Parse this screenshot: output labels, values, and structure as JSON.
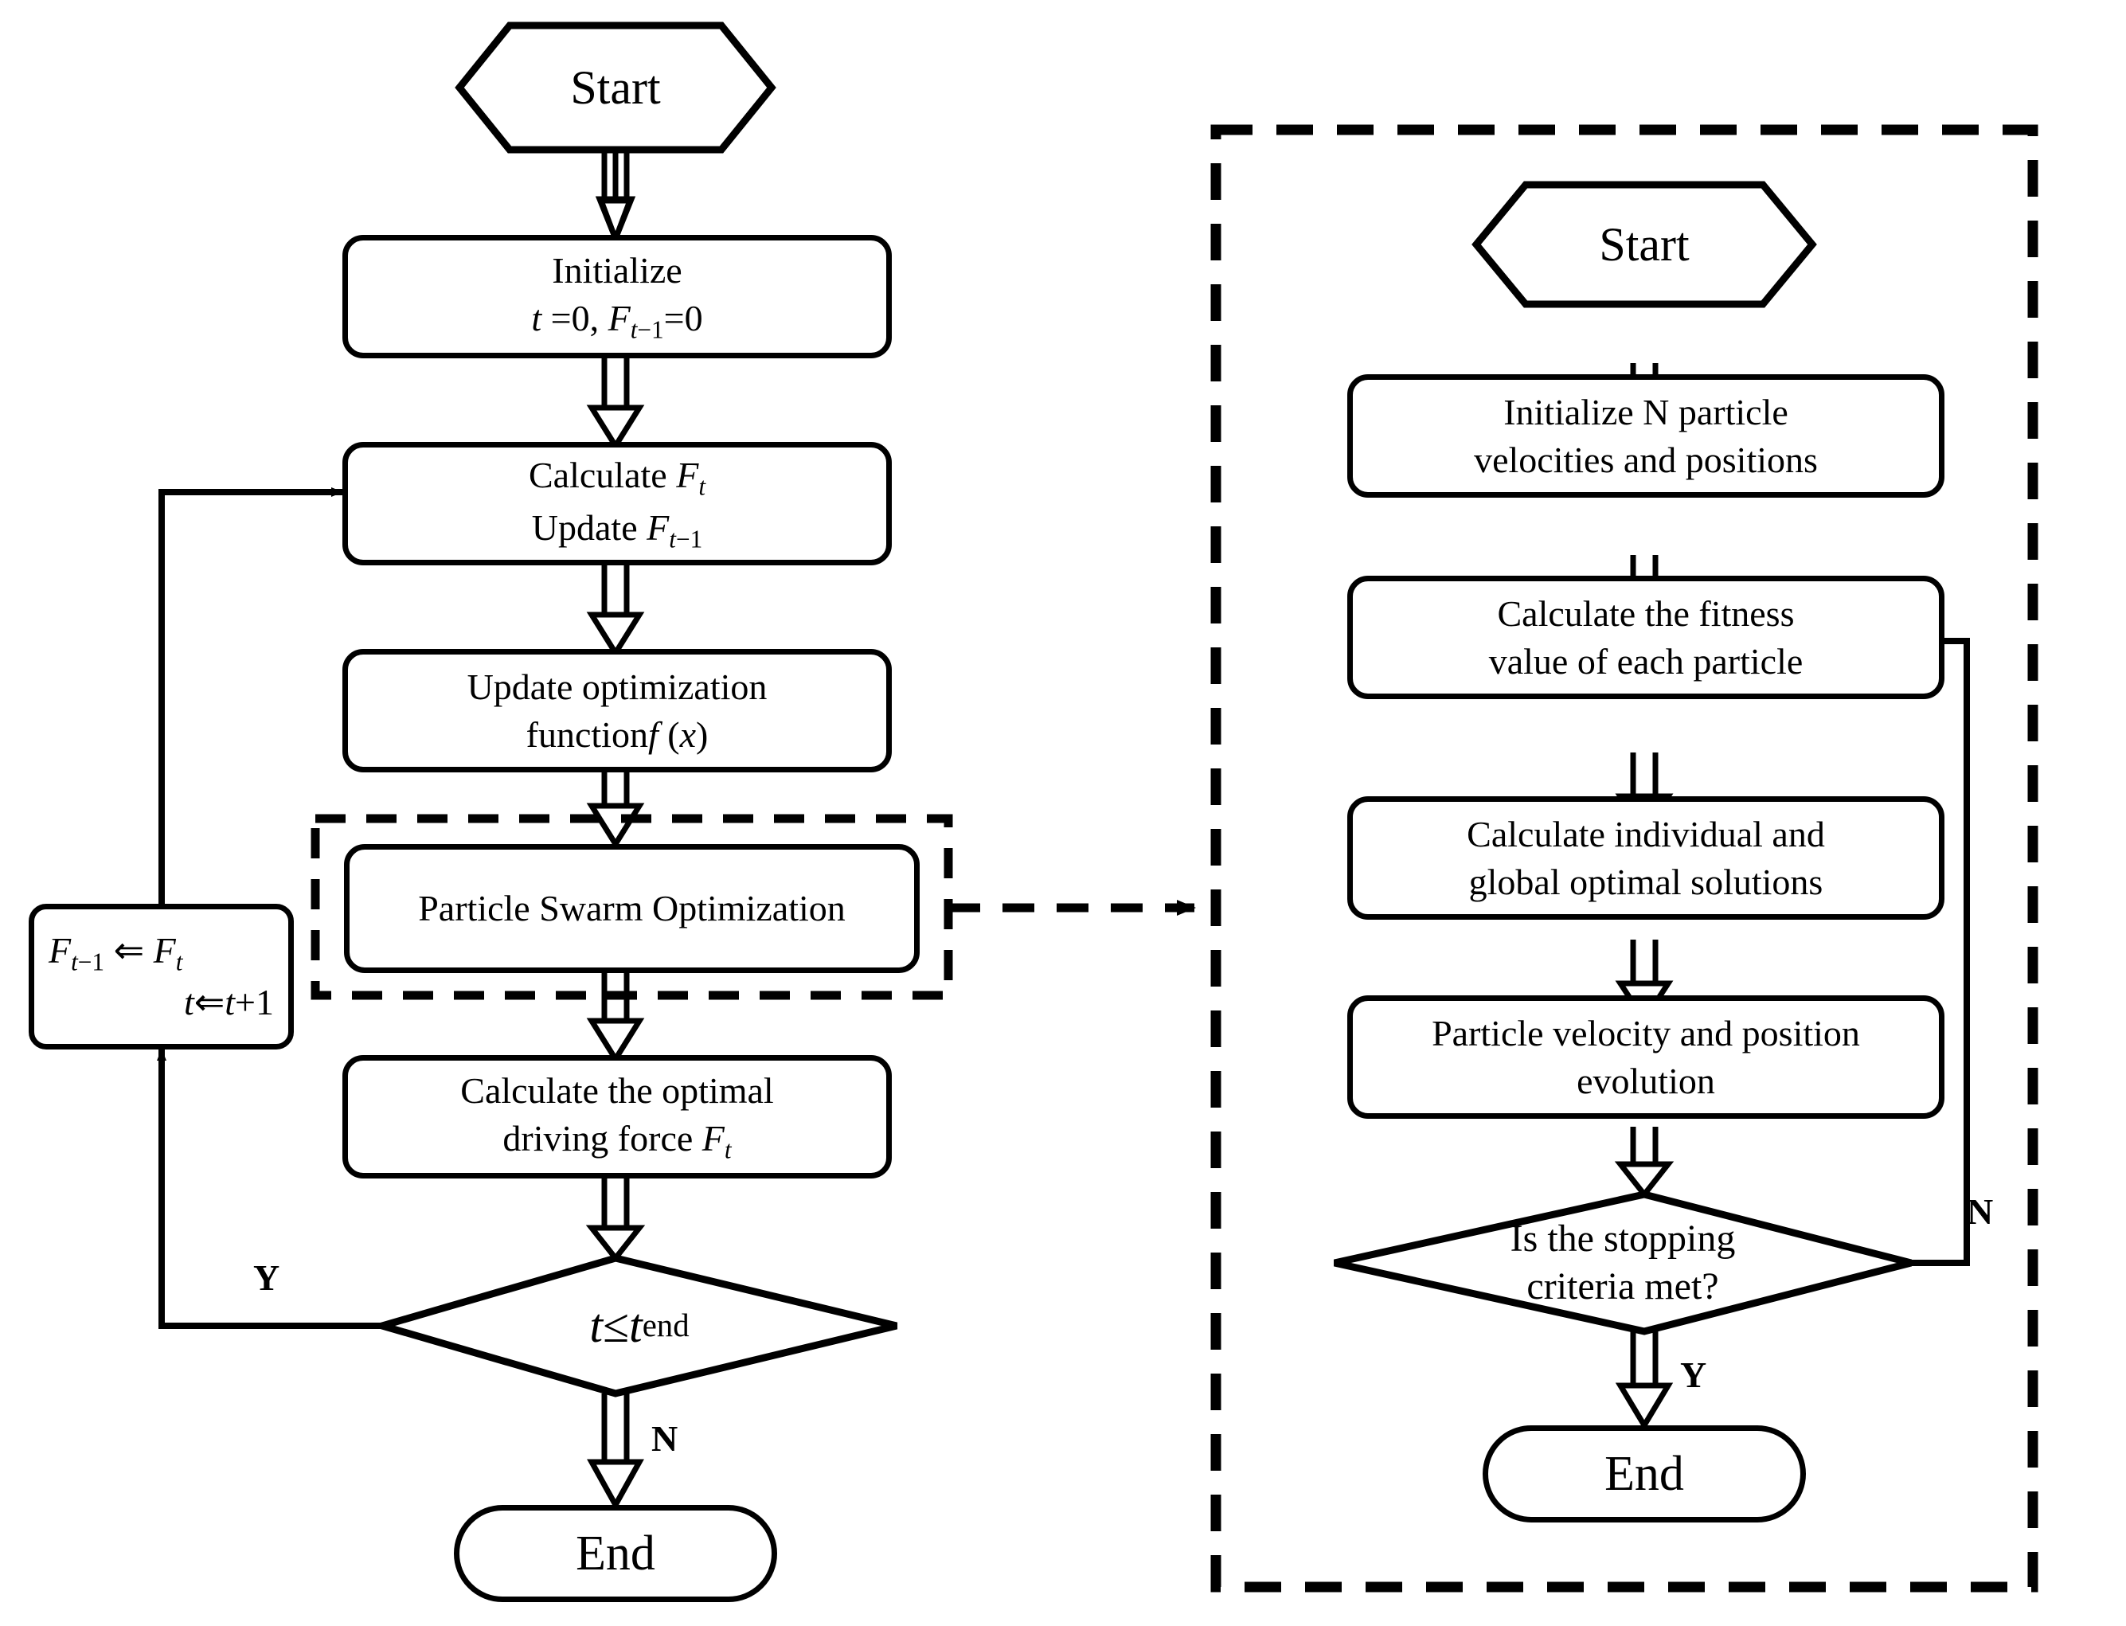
{
  "diagram": {
    "title_present": false,
    "stroke_color": "#000000",
    "background_color": "#ffffff",
    "left_flow": {
      "start": {
        "label": "Start",
        "shape": "hexagon"
      },
      "nodes": [
        {
          "id": "initialize",
          "line1": "Initialize",
          "line2_html": "<i class='v'>t</i> =0, <i class='v'>F</i><sub><i class='v'>t</i>&#8722;1</sub>=0",
          "shape": "process"
        },
        {
          "id": "calculate-ft",
          "line1_html": "Calculate <i class='v'>F</i><sub><i class='v'>t</i></sub>",
          "line2_html": "Update <i class='v'>F</i><sub><i class='v'>t</i>&#8722;1</sub>",
          "shape": "process"
        },
        {
          "id": "update-objective",
          "line1": "Update optimization",
          "line2_html": "function<i class='v'>f</i> (<i class='v'>x</i>)",
          "shape": "process"
        },
        {
          "id": "pso",
          "line1": "Particle Swarm Optimization",
          "shape": "process",
          "highlighted_dashed": true
        },
        {
          "id": "optimal-force",
          "line1": "Calculate the optimal",
          "line2_html": "driving force <i class='v'>F</i><sub><i class='v'>t</i></sub>",
          "shape": "process"
        }
      ],
      "decision": {
        "label_html": "<i class='v'>t</i> &#8804; <i class='v'>t</i><sub>end</sub>",
        "shape": "diamond",
        "yes_label": "Y",
        "no_label": "N"
      },
      "update_counter": {
        "line1_html": "<i class='v'>F</i><sub><i class='v'>t</i>&#8722;1</sub> &#8656; <i class='v'>F</i><sub><i class='v'>t</i></sub>",
        "line2_html": "<i class='v'>t</i>&#8656;<i class='v'>t</i>+1",
        "shape": "process"
      },
      "end": {
        "label": "End",
        "shape": "terminator"
      }
    },
    "connector": {
      "style": "dashed",
      "arrow": "right",
      "from": "pso",
      "to": "pso-detail-panel"
    },
    "right_panel": {
      "border_style": "dashed",
      "start": {
        "label": "Start",
        "shape": "hexagon"
      },
      "nodes": [
        {
          "id": "init-particles",
          "line1": "Initialize N particle",
          "line2": "velocities and positions",
          "shape": "process"
        },
        {
          "id": "fitness",
          "line1": "Calculate the fitness",
          "line2": "value of each particle",
          "shape": "process"
        },
        {
          "id": "optimal-solutions",
          "line1": "Calculate individual and",
          "line2": "global optimal solutions",
          "shape": "process"
        },
        {
          "id": "evolution",
          "line1": "Particle velocity and position",
          "line2": "evolution",
          "shape": "process"
        }
      ],
      "decision": {
        "line1": "Is the stopping",
        "line2": "criteria met?",
        "shape": "diamond",
        "yes_label": "Y",
        "no_label": "N"
      },
      "end": {
        "label": "End",
        "shape": "terminator"
      }
    }
  }
}
